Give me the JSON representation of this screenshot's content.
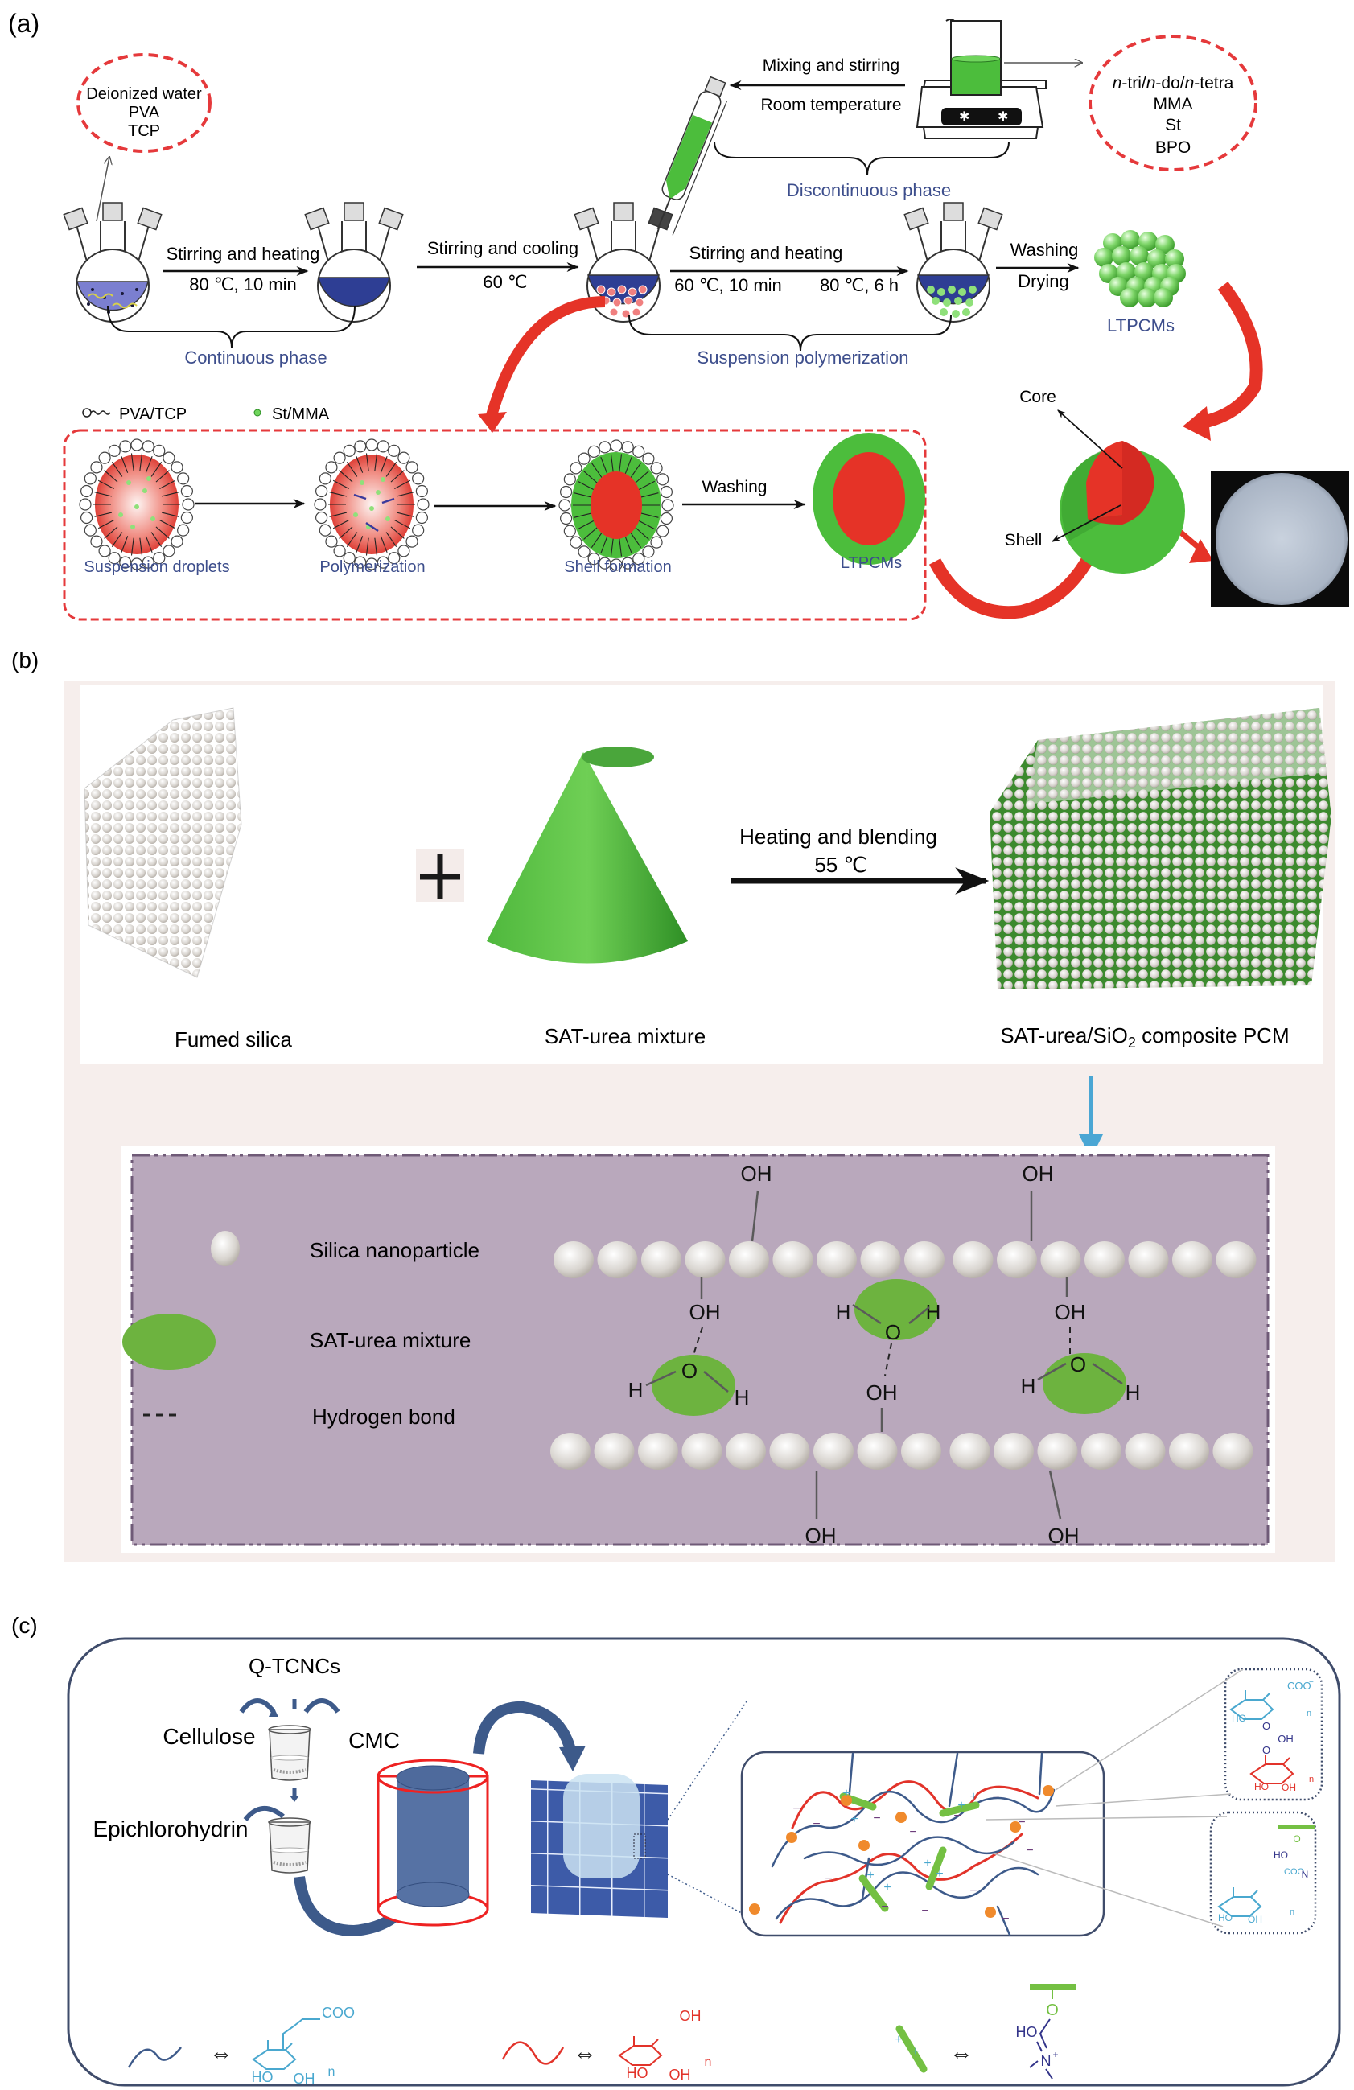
{
  "panel_a": {
    "label": "(a)",
    "continuous_ingredients": [
      "Deionized water",
      "PVA",
      "TCP"
    ],
    "discontinuous_ingredients": {
      "italic_prefix": "n",
      "line1_parts": [
        "n",
        "-tri/",
        "n",
        "-do/",
        "n",
        "-tetra"
      ],
      "others": [
        "MMA",
        "St",
        "BPO"
      ]
    },
    "step1": {
      "top": "Stirring and heating",
      "bottom": "80 ℃, 10 min"
    },
    "step2": {
      "top": "Stirring and cooling",
      "bottom": "60 ℃"
    },
    "step3": {
      "top": "Stirring and heating",
      "bottom_left": "60 ℃, 10 min",
      "bottom_right": "80 ℃, 6 h"
    },
    "step4": {
      "top": "Washing",
      "bottom": "Drying"
    },
    "mixing": {
      "top": "Mixing and stirring",
      "bottom": "Room temperature"
    },
    "phase_continuous": "Continuous phase",
    "phase_discontinuous": "Discontinuous phase",
    "phase_suspension": "Suspension polymerization",
    "product": "LTPCMs",
    "legend_pva": "PVA/TCP",
    "legend_st": "St/MMA",
    "mechanism": [
      "Suspension droplets",
      "Polymerization",
      "Shell formation",
      "LTPCMs"
    ],
    "mechanism_wash": "Washing",
    "core_label": "Core",
    "shell_label": "Shell",
    "colors": {
      "label_blue": "#3d4e8c",
      "red": "#e53327",
      "green": "#4cbd3c",
      "flask_blue": "#2e3e94"
    }
  },
  "panel_b": {
    "label": "(b)",
    "fumed_silica": "Fumed silica",
    "sat_urea": "SAT-urea mixture",
    "process_top": "Heating and blending",
    "process_bottom": "55 ℃",
    "composite_prefix": "SAT-urea/SiO",
    "composite_sub": "2",
    "composite_suffix": " composite PCM",
    "legend": [
      "Silica nanoparticle",
      "SAT-urea mixture",
      "Hydrogen bond"
    ],
    "oh": "OH",
    "h": "H",
    "o": "O",
    "colors": {
      "bg": "#b9a8bc",
      "frame": "#f6eeec",
      "green": "#6db33f",
      "arrow": "#4aa6d4"
    }
  },
  "panel_c": {
    "label": "(c)",
    "q_tcncs": "Q-TCNCs",
    "cellulose": "Cellulose",
    "cmc": "CMC",
    "epichlorohydrin": "Epichlorohydrin",
    "chem": {
      "coo": "COO",
      "coo_sup": "−",
      "ho": "HO",
      "oh": "OH",
      "o": "O",
      "n": "n",
      "n_plus": "N",
      "plus": "+",
      "minus": "−"
    },
    "colors": {
      "frame": "#3f4c6b",
      "blue_chain": "#3d5a8a",
      "red_chain": "#e2332a",
      "cmc_struct": "#4aa8cf",
      "green_rod": "#74c043",
      "node": "#f08a2c"
    }
  }
}
